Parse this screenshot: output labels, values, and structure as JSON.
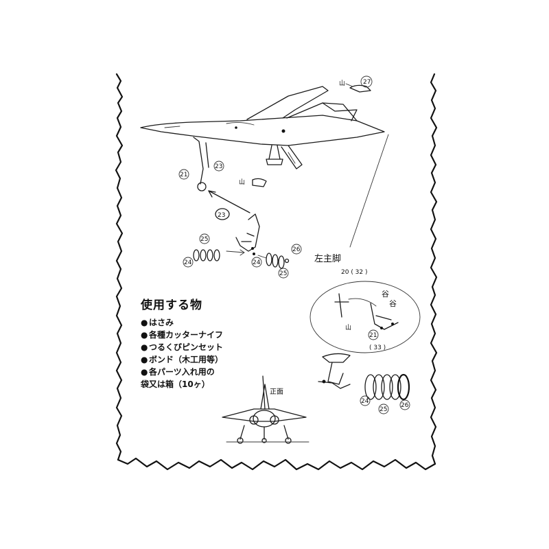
{
  "materials": {
    "heading": "使用する物",
    "items": [
      {
        "bullet": "●",
        "text": "はさみ"
      },
      {
        "bullet": "●",
        "text": "各種カッターナイフ"
      },
      {
        "bullet": "●",
        "text": "つるくびピンセット"
      },
      {
        "bullet": "●",
        "text": "ボンド（木工用等）"
      },
      {
        "bullet": "●",
        "text": "各パーツ入れ用の",
        "continuation": "袋又は箱（10ヶ）"
      }
    ]
  },
  "diagram": {
    "part_numbers": {
      "tail_part": "27",
      "nose_strut": "21",
      "nose_link": "23",
      "nose_assembly": "23",
      "wheel_ring_left_top": "25",
      "wheel_ring_left": "24",
      "wheel_ring_right_top": "26",
      "wheel_ring_center": "24",
      "wheel_ring_right": "25",
      "main_gear_ref": "20 ( 32 )",
      "detail_a": "21",
      "detail_b": "( 33 )",
      "stack_a": "24",
      "stack_b": "25",
      "stack_c": "26"
    },
    "labels": {
      "mountain_top": "山",
      "mountain_mid": "山",
      "mountain_detail": "山",
      "valley": "谷",
      "main_gear_jp": "左主脚",
      "front_view": "正面"
    }
  },
  "colors": {
    "ink": "#111111",
    "paper": "#ffffff"
  }
}
